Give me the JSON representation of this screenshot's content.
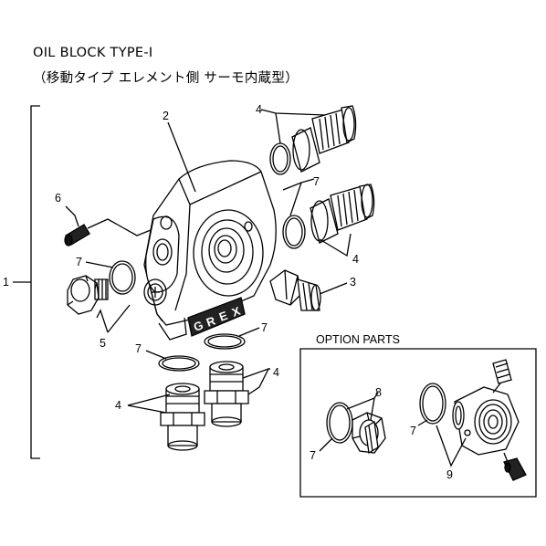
{
  "title": {
    "line1": "OIL BLOCK TYPE-I",
    "line2": "（移動タイプ エレメント側 サーモ内蔵型）"
  },
  "option_box": {
    "title": "OPTION PARTS"
  },
  "callouts": {
    "assembly": "1",
    "block": "2",
    "plug": "3",
    "fitting_top": "4",
    "fitting_right": "4",
    "fitting_bottom_left": "4",
    "fitting_bottom_right": "4",
    "bolt_large": "5",
    "set_screw": "6",
    "oring_top_right": "7",
    "oring_left": "7",
    "oring_center": "7",
    "oring_bottom_left": "7",
    "oring_opt_left": "7",
    "oring_opt_right": "7",
    "opt_adapter": "8",
    "opt_sensor": "9"
  },
  "brand_letters": [
    "G",
    "R",
    "E",
    "X"
  ]
}
